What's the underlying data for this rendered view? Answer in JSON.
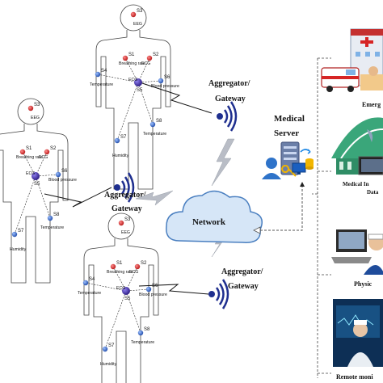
{
  "figures": [
    {
      "sensors": [
        {
          "id": "S3",
          "label": "EEG",
          "color": "#d62424"
        },
        {
          "id": "S1",
          "label": "Breathing rate",
          "color": "#d62424"
        },
        {
          "id": "S2",
          "label": "ECG",
          "color": "#d62424"
        },
        {
          "id": "S4",
          "label": "Temperature",
          "color": "#2f5fbf"
        },
        {
          "id": "S6",
          "label": "Blood pressure",
          "color": "#2f5fbf"
        },
        {
          "id": "S8",
          "label": "Temperature",
          "color": "#2f5fbf"
        },
        {
          "id": "S7",
          "label": "Humidity",
          "color": "#2f5fbf"
        }
      ],
      "hub": {
        "id": "S5",
        "label": "ECG"
      }
    },
    {
      "sensors": [
        {
          "id": "S3",
          "label": "EEG",
          "color": "#d62424"
        },
        {
          "id": "S1",
          "label": "Breathing rate",
          "color": "#d62424"
        },
        {
          "id": "S2",
          "label": "ECG",
          "color": "#d62424"
        },
        {
          "id": "S6",
          "label": "Blood pressure",
          "color": "#2f5fbf"
        },
        {
          "id": "S8",
          "label": "Temperature",
          "color": "#2f5fbf"
        },
        {
          "id": "S7",
          "label": "Humidity",
          "color": "#2f5fbf"
        }
      ],
      "hub": {
        "id": "S5",
        "label": "ECG"
      }
    },
    {
      "sensors": [
        {
          "id": "S3",
          "label": "EEG",
          "color": "#d62424"
        },
        {
          "id": "S1",
          "label": "Breathing rate",
          "color": "#d62424"
        },
        {
          "id": "S2",
          "label": "ECG",
          "color": "#d62424"
        },
        {
          "id": "S4",
          "label": "Temperature",
          "color": "#2f5fbf"
        },
        {
          "id": "S6",
          "label": "Blood pressure",
          "color": "#2f5fbf"
        },
        {
          "id": "S8",
          "label": "Temperature",
          "color": "#2f5fbf"
        },
        {
          "id": "S7",
          "label": "Humidity",
          "color": "#2f5fbf"
        }
      ],
      "hub": {
        "id": "S5",
        "label": "ECG"
      }
    }
  ],
  "aggregators": [
    {
      "line1": "Aggregator/",
      "line2": "Gateway"
    },
    {
      "line1": "Aggregator/",
      "line2": "Gateway"
    },
    {
      "line1": "Aggregator/",
      "line2": "Gateway"
    }
  ],
  "network": {
    "label": "Network"
  },
  "server": {
    "line1": "Medical",
    "line2": "Server"
  },
  "side_panels": [
    {
      "caption": "Emerg"
    },
    {
      "caption_line1": "Medical In",
      "caption_line2": "Data"
    },
    {
      "caption": "Physic"
    },
    {
      "caption": "Remote moni"
    }
  ],
  "colors": {
    "sensor_red": "#d62424",
    "sensor_blue": "#2f5fbf",
    "hub": "#3b2a9c",
    "wifi": "#1f2f8f",
    "cloud_fill": "#d6e6f7",
    "cloud_stroke": "#4a7fc0",
    "lightning": "#b9bdc6"
  }
}
